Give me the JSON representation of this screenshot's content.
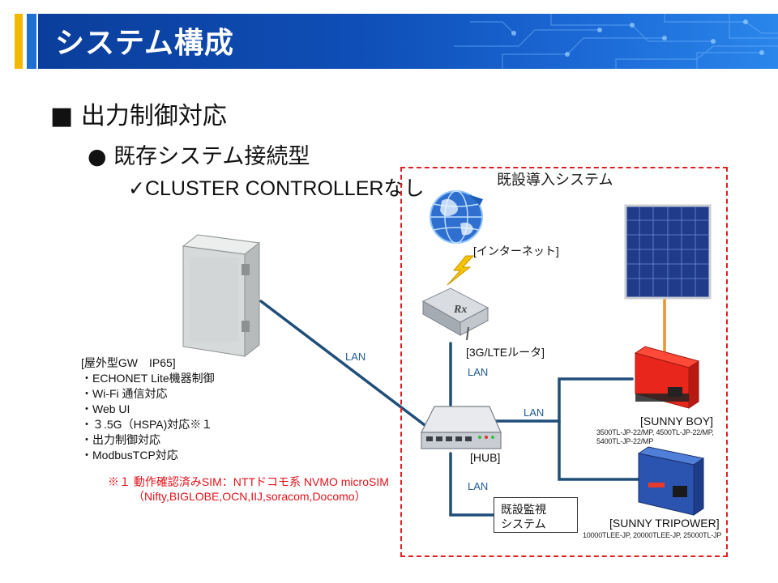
{
  "header": {
    "title": "システム構成"
  },
  "bullets": {
    "level1": "■ 出力制御対応",
    "level2": "● 既存システム接続型",
    "level3": "✓CLUSTER CONTROLLERなし"
  },
  "existing_system": {
    "label": "既設導入システム",
    "internet_label": "[インターネット]",
    "router_label": "[3G/LTEルータ]",
    "hub_label": "[HUB]",
    "monitor_label_line1": "既設監視",
    "monitor_label_line2": "システム",
    "sunny_boy_label": "[SUNNY BOY]",
    "sunny_boy_models_line1": "3500TL-JP-22/MP, 4500TL-JP-22/MP,",
    "sunny_boy_models_line2": "5400TL-JP-22/MP",
    "sunny_tripower_label": "[SUNNY TRIPOWER]",
    "sunny_tripower_models": "10000TLEE-JP, 20000TLEE-JP, 25000TL-JP"
  },
  "lan_labels": {
    "gw_hub": "LAN",
    "router_hub": "LAN",
    "hub_inverters": "LAN",
    "hub_monitor": "LAN"
  },
  "gateway": {
    "title": "[屋外型GW　IP65]",
    "features": [
      "・ECHONET Lite機器制御",
      "・Wi-Fi 通信対応",
      "・Web UI",
      "・３.5G（HSPA)対応※１",
      "・出力制御対応",
      "・ModbusTCP対応"
    ]
  },
  "footnote": {
    "line1": "※１ 動作確認済みSIM：NTTドコモ系 NVMO microSIM",
    "line2": "（Nifty,BIGLOBE,OCN,IIJ,soracom,Docomo）"
  },
  "colors": {
    "title_band": "#0f4fb8",
    "accent_yellow": "#f5b800",
    "lan_line": "#1f4e79",
    "dashed_border": "#e02020",
    "solar_line": "#f0922b",
    "footnote": "#e0121a"
  }
}
